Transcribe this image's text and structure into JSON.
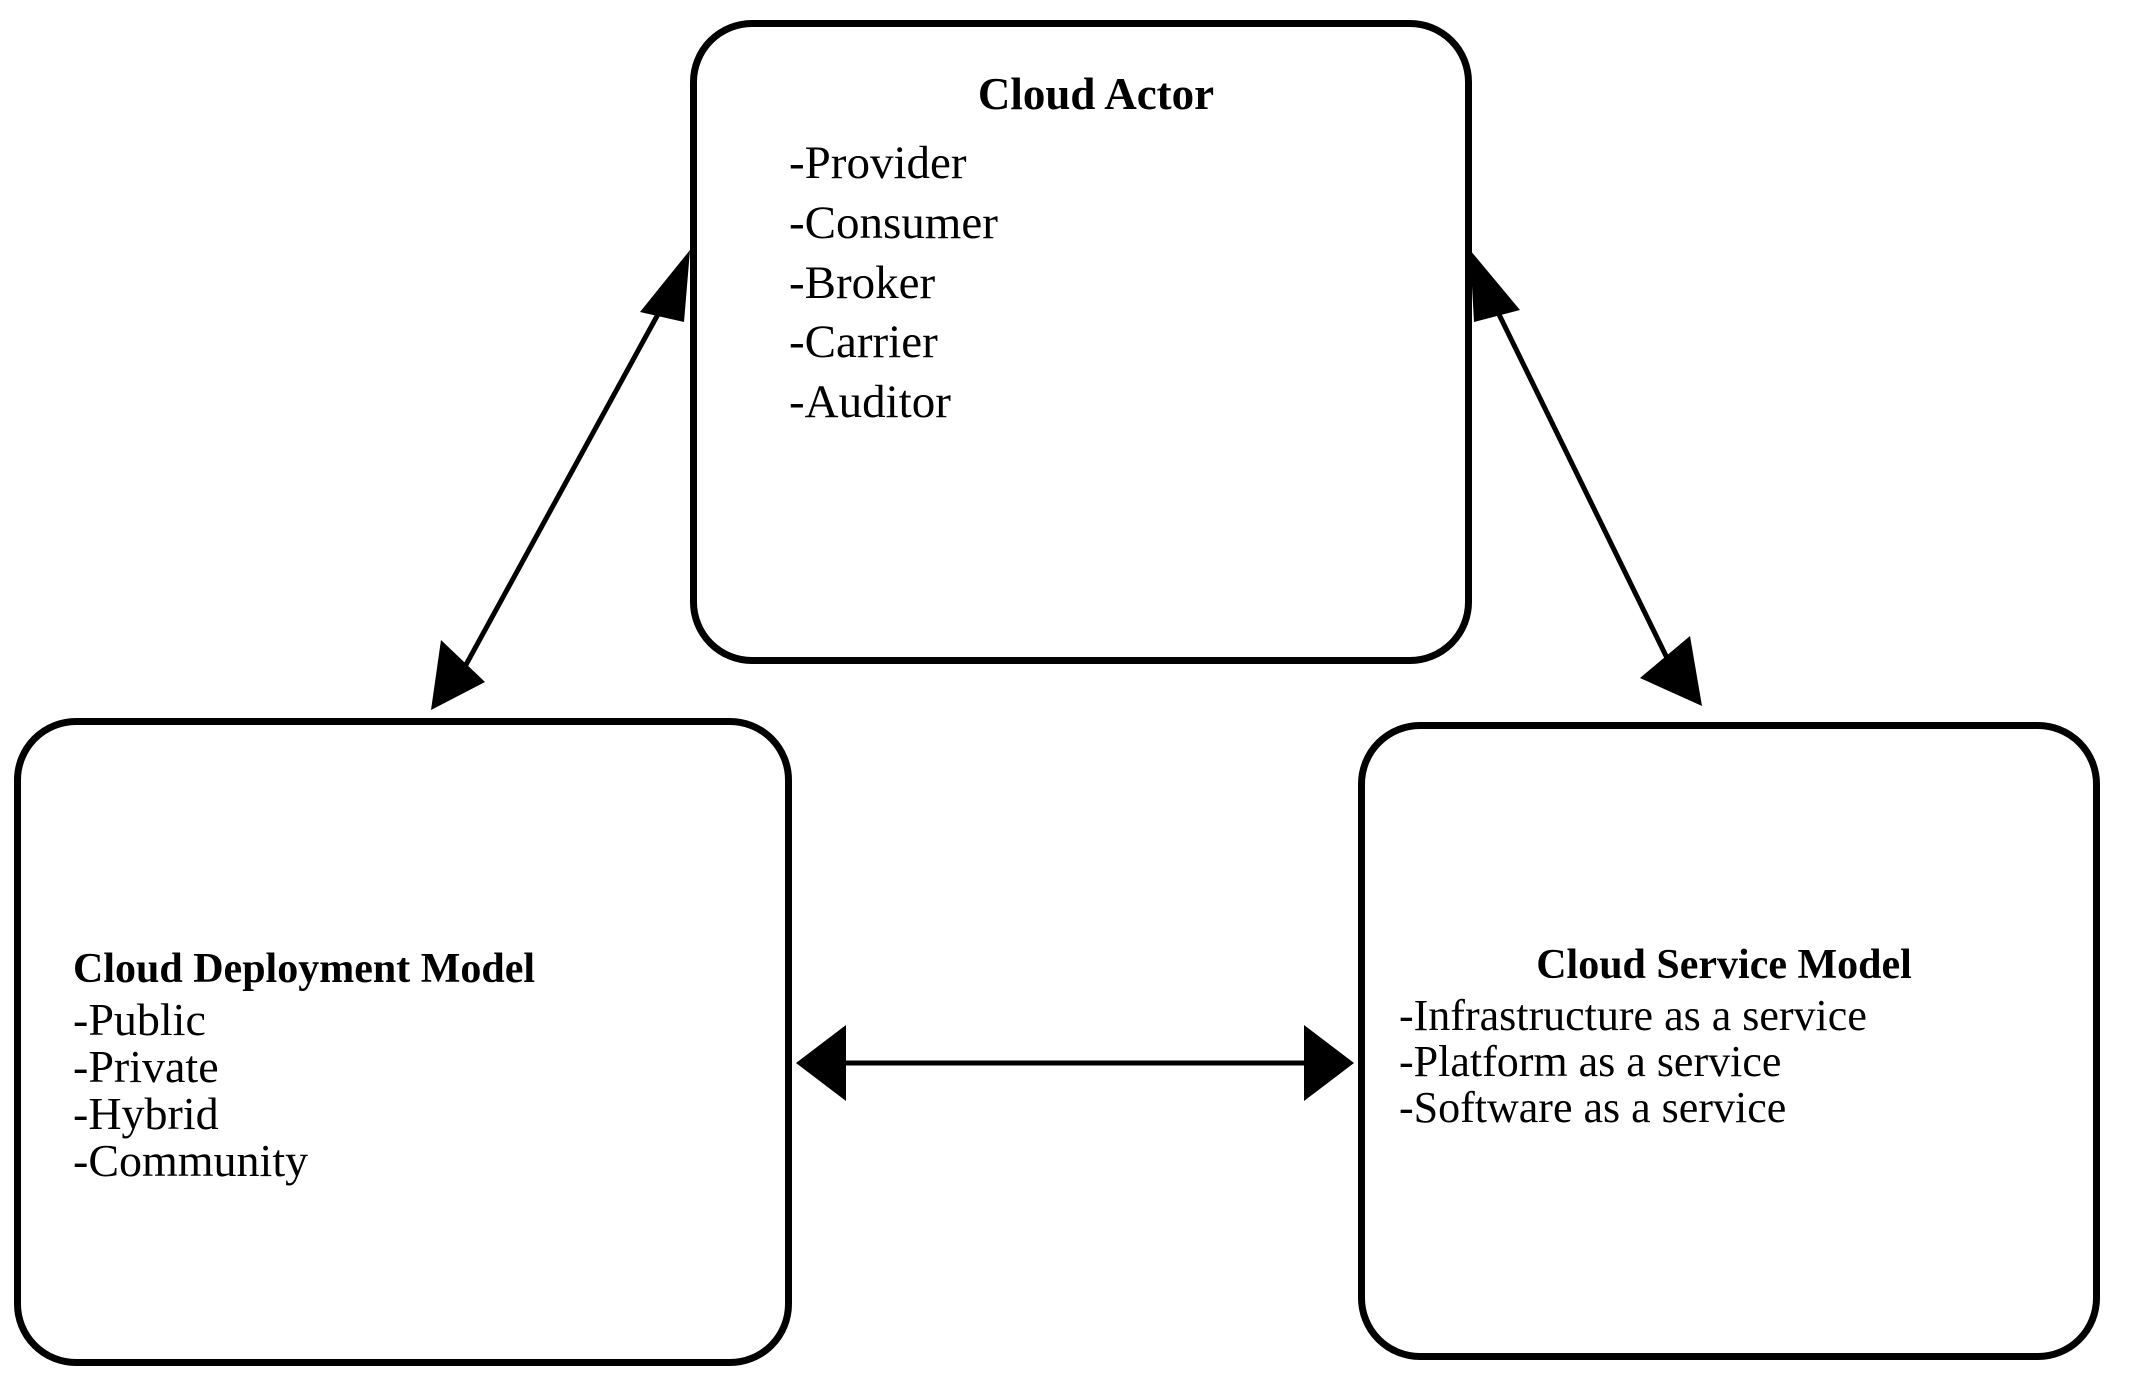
{
  "diagram": {
    "background_color": "#ffffff",
    "stroke_color": "#000000",
    "nodes": [
      {
        "id": "cloud-actor",
        "title": "Cloud Actor",
        "items": [
          "-Provider",
          "-Consumer",
          "-Broker",
          "-Carrier",
          "-Auditor"
        ]
      },
      {
        "id": "cloud-deployment-model",
        "title": "Cloud Deployment Model",
        "items": [
          "-Public",
          "-Private",
          "-Hybrid",
          "-Community"
        ]
      },
      {
        "id": "cloud-service-model",
        "title": "Cloud Service Model",
        "items": [
          "-Infrastructure as a service",
          "-Platform as a service",
          "-Software as a service"
        ]
      }
    ],
    "connectors": [
      {
        "id": "actor-deployment",
        "from": "cloud-actor",
        "to": "cloud-deployment-model",
        "style": "double-headed-arrow",
        "orientation": "diagonal"
      },
      {
        "id": "actor-service",
        "from": "cloud-actor",
        "to": "cloud-service-model",
        "style": "double-headed-arrow",
        "orientation": "diagonal"
      },
      {
        "id": "deployment-service",
        "from": "cloud-deployment-model",
        "to": "cloud-service-model",
        "style": "double-headed-arrow",
        "orientation": "horizontal"
      }
    ]
  }
}
